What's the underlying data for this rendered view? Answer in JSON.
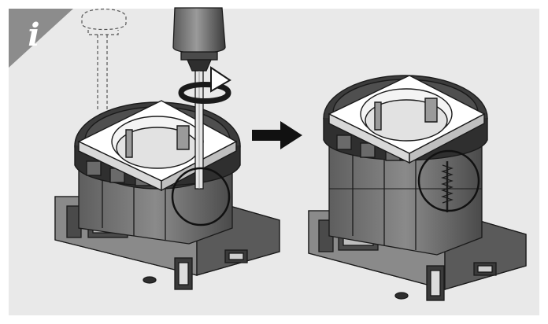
{
  "badge": {
    "glyph": "i",
    "icon": "info-icon"
  },
  "steps": [
    {
      "id": "before",
      "description_icon": "screwdriver-turning-socket-icon"
    },
    {
      "id": "after",
      "description_icon": "socket-raised-icon"
    }
  ],
  "arrow": {
    "icon": "arrow-right-icon"
  },
  "colors": {
    "panel": "#e9e9e9",
    "badge": "#8c8c8c",
    "outline": "#1a1a1a",
    "dark_fill": "#3a3a3a",
    "mid_fill": "#6b6b6b",
    "light_fill": "#9a9a9a",
    "white_fill": "#ffffff"
  }
}
